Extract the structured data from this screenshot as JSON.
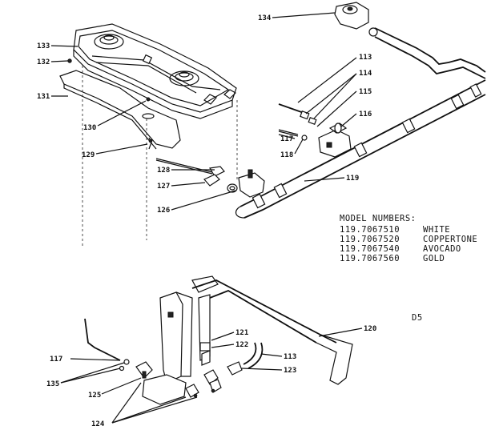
{
  "part_labels": {
    "p134": "134",
    "p133": "133",
    "p132": "132",
    "p131": "131",
    "p130": "130",
    "p129": "129",
    "p128": "128",
    "p127": "127",
    "p126": "126",
    "p113a": "113",
    "p114": "114",
    "p115": "115",
    "p116": "116",
    "p117a": "117",
    "p118": "118",
    "p119": "119",
    "p121": "121",
    "p122": "122",
    "p113b": "113",
    "p123": "123",
    "p120": "120",
    "p117b": "117",
    "p135": "135",
    "p125": "125",
    "p124": "124"
  },
  "model_block": {
    "heading": "MODEL NUMBERS:",
    "rows": [
      {
        "number": "119.7067510",
        "color": "WHITE"
      },
      {
        "number": "119.7067520",
        "color": "COPPERTONE"
      },
      {
        "number": "119.7067540",
        "color": "AVOCADO"
      },
      {
        "number": "119.7067560",
        "color": "GOLD"
      }
    ]
  },
  "page_code": "D5"
}
